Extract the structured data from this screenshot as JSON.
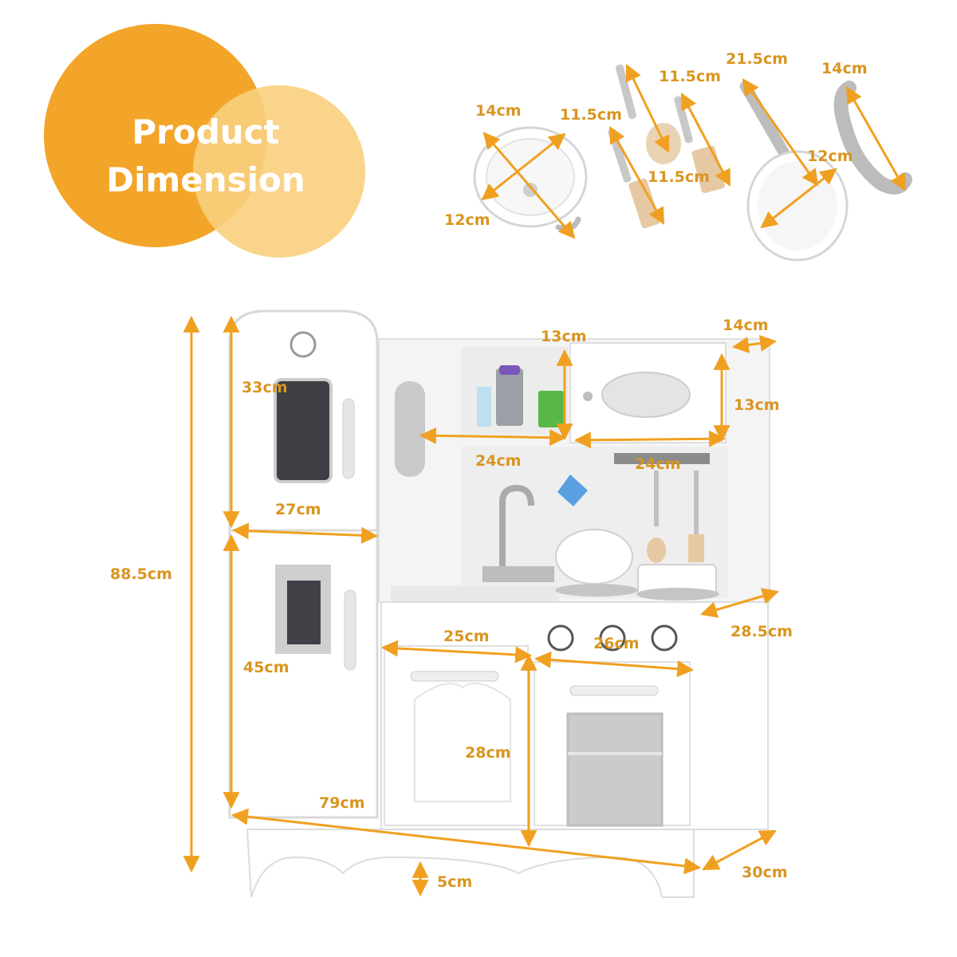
{
  "badge": {
    "line1": "Product",
    "line2": "Dimension",
    "color_main": "#f3a52a",
    "color_light": "#f8cf7d"
  },
  "accent_color": "#f0a020",
  "accessories": {
    "pot_width": "14cm",
    "pot_depth": "12cm",
    "spatula_a": "11.5cm",
    "spoon": "11.5cm",
    "spatula_b": "11.5cm",
    "pan_handle": "21.5cm",
    "pan_diameter": "12cm",
    "phone": "14cm"
  },
  "kitchen": {
    "total_height": "88.5cm",
    "total_width": "79cm",
    "depth": "30cm",
    "fridge_top": "33cm",
    "fridge_width": "27cm",
    "fridge_bottom": "45cm",
    "shelf_height": "13cm",
    "shelf_width": "24cm",
    "cabinet_depth": "14cm",
    "cabinet_height": "13cm",
    "cabinet_width": "24cm",
    "counter_depth": "28.5cm",
    "sink_cabinet_width": "25cm",
    "stove_width": "26cm",
    "sink_cabinet_height": "28cm",
    "base_height": "5cm"
  }
}
